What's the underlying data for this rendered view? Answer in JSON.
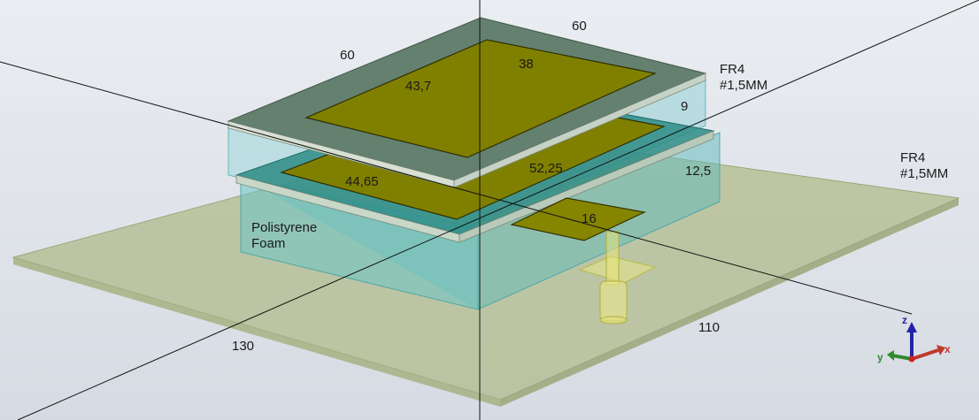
{
  "labels": {
    "top_width": "60",
    "top_depth": "60",
    "patch_top_side": "38",
    "patch_top_long": "43,7",
    "substrate_top": "FR4\n#1,5MM",
    "gap_upper": "9",
    "patch_mid_long": "44,65",
    "patch_mid_side": "52,25",
    "gap_lower": "12,5",
    "feed_patch": "16",
    "substrate_ground": "FR4\n#1,5MM",
    "foam": "Polistyrene\nFoam",
    "ground_left": "130",
    "ground_right": "110"
  },
  "axes": {
    "x": "x",
    "y": "y",
    "z": "z"
  },
  "colors": {
    "background": "#dfe3ea",
    "ground_plane": "#b6c097",
    "foam": "#7cc9cc",
    "fr4": "#5e7f6e",
    "patch": "#7f7f00",
    "x_axis": "#c0392b",
    "y_axis": "#2e8b2e",
    "z_axis": "#2323a8"
  }
}
